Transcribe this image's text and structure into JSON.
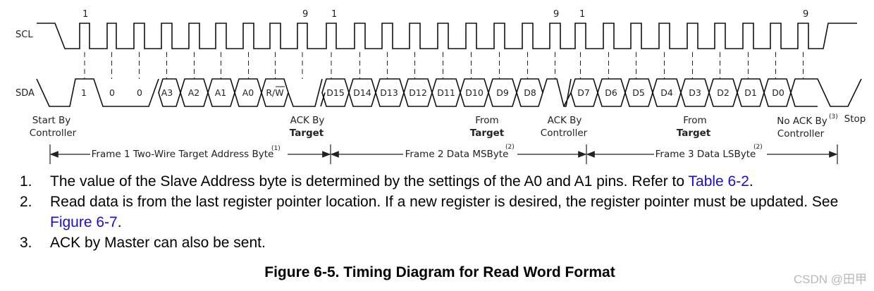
{
  "signals": {
    "scl": "SCL",
    "sda": "SDA"
  },
  "clock_numbers": [
    "1",
    "9",
    "1",
    "9",
    "1",
    "9"
  ],
  "bits": {
    "frame1": [
      "1",
      "0",
      "0",
      "A3",
      "A2",
      "A1",
      "A0",
      "R/W"
    ],
    "frame2": [
      "D15",
      "D14",
      "D13",
      "D12",
      "D11",
      "D10",
      "D9",
      "D8"
    ],
    "frame3": [
      "D7",
      "D6",
      "D5",
      "D4",
      "D3",
      "D2",
      "D1",
      "D0"
    ]
  },
  "annotations": {
    "start_line1": "Start By",
    "start_line2": "Controller",
    "ack1_line1": "ACK By",
    "ack1_line2": "Target",
    "from1_line1": "From",
    "from1_line2": "Target",
    "ack2_line1": "ACK By",
    "ack2_line2": "Controller",
    "from2_line1": "From",
    "from2_line2": "Target",
    "noack_line1": "No ACK By",
    "noack_sup": "(3)",
    "noack_line2": "Controller",
    "stop": "Stop"
  },
  "frames": [
    {
      "label": "Frame 1 Two-Wire Target Address Byte",
      "sup": "(1)"
    },
    {
      "label": "Frame 2 Data MSByte",
      "sup": "(2)"
    },
    {
      "label": "Frame 3 Data LSByte",
      "sup": "(2)"
    }
  ],
  "notes": [
    {
      "num": "1.",
      "text": "The value of the Slave Address byte is determined by the settings of the A0 and A1 pins. Refer to ",
      "link": "Table 6-2",
      "after": "."
    },
    {
      "num": "2.",
      "text": "Read data is from the last register pointer location. If a new register is desired, the register pointer must be updated. See ",
      "link": "Figure 6-7",
      "after": "."
    },
    {
      "num": "3.",
      "text": "ACK by Master can also be sent.",
      "link": "",
      "after": ""
    }
  ],
  "caption": "Figure 6-5. Timing Diagram for Read Word Format",
  "watermark": "CSDN @田甲"
}
